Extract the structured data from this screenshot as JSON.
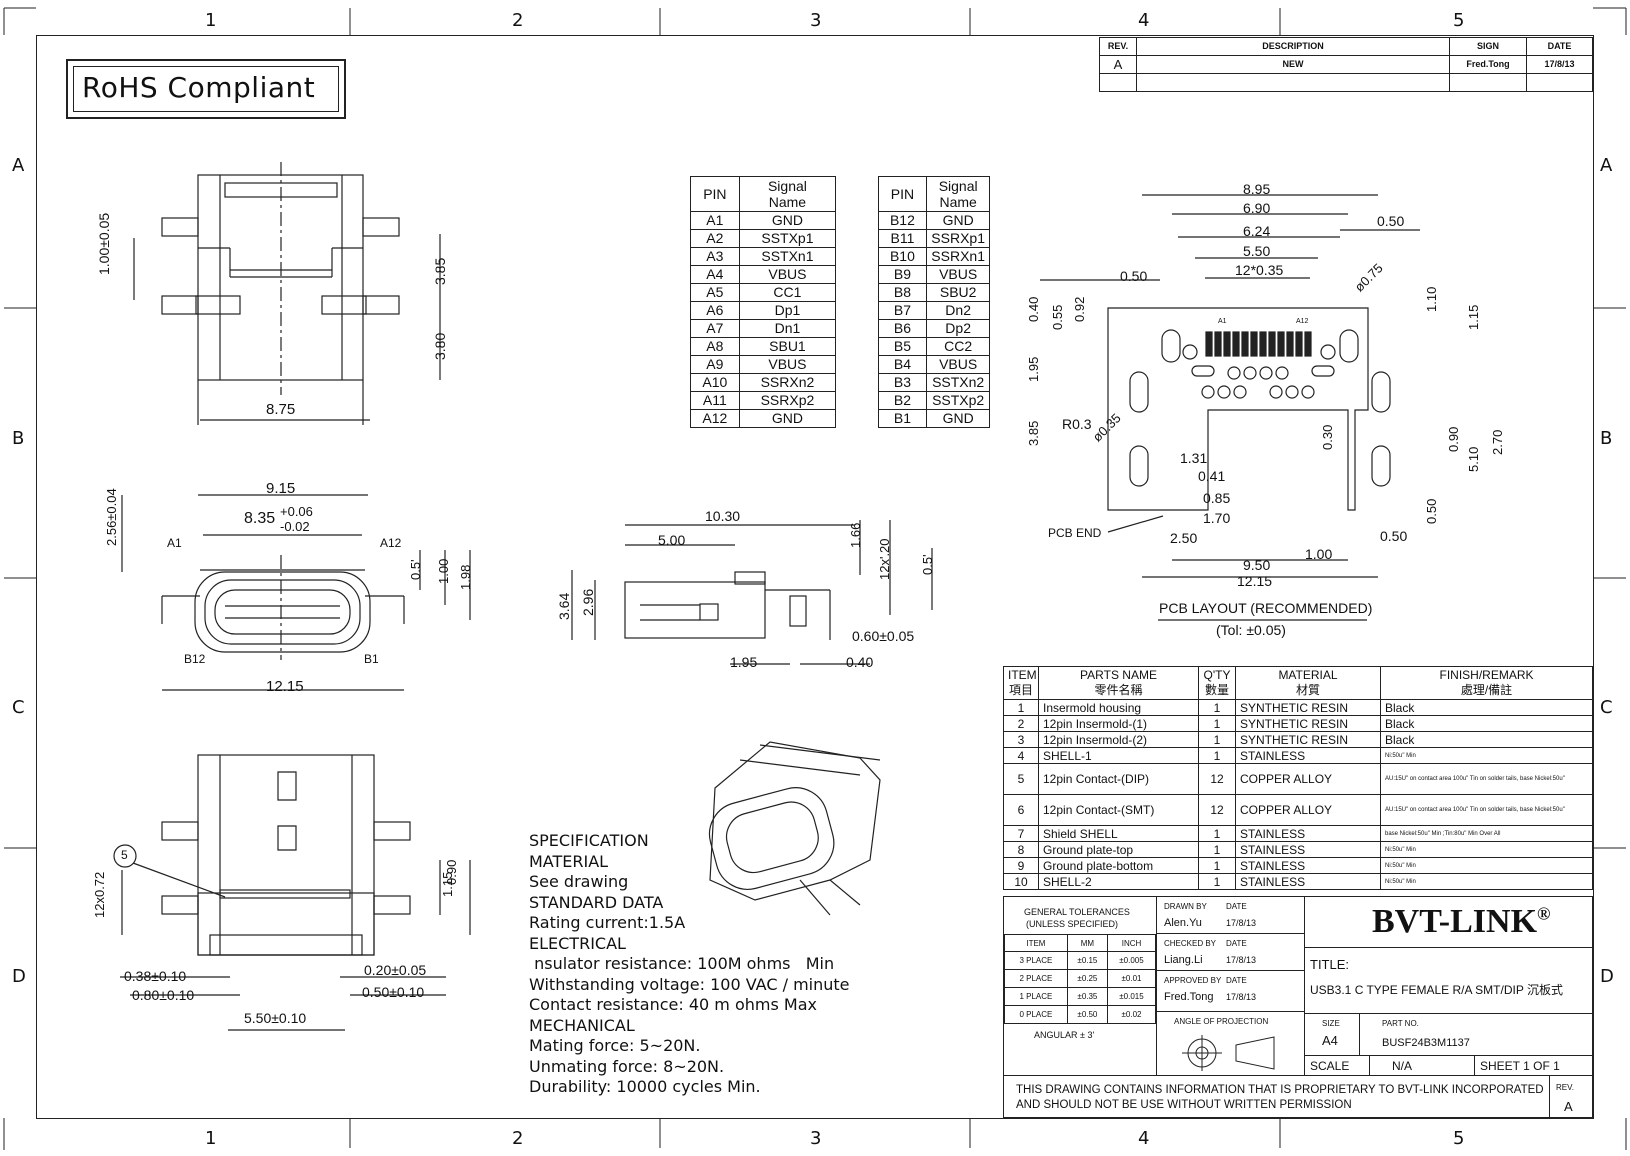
{
  "zones": {
    "columns": [
      "1",
      "2",
      "3",
      "4",
      "5"
    ],
    "rows": [
      "A",
      "B",
      "C",
      "D"
    ]
  },
  "rohs_label": "RoHS Compliant",
  "revision_table": {
    "headers": [
      "REV.",
      "DESCRIPTION",
      "SIGN",
      "DATE"
    ],
    "rows": [
      [
        "A",
        "NEW",
        "Fred.Tong",
        "17/8/13"
      ]
    ]
  },
  "pin_table": {
    "headers": [
      "PIN",
      "Signal\nName",
      "PIN",
      "Signal\nName"
    ],
    "rows": [
      [
        "A1",
        "GND",
        "B12",
        "GND"
      ],
      [
        "A2",
        "SSTXp1",
        "B11",
        "SSRXp1"
      ],
      [
        "A3",
        "SSTXn1",
        "B10",
        "SSRXn1"
      ],
      [
        "A4",
        "VBUS",
        "B9",
        "VBUS"
      ],
      [
        "A5",
        "CC1",
        "B8",
        "SBU2"
      ],
      [
        "A6",
        "Dp1",
        "B7",
        "Dn2"
      ],
      [
        "A7",
        "Dn1",
        "B6",
        "Dp2"
      ],
      [
        "A8",
        "SBU1",
        "B5",
        "CC2"
      ],
      [
        "A9",
        "VBUS",
        "B4",
        "VBUS"
      ],
      [
        "A10",
        "SSRXn2",
        "B3",
        "SSTXn2"
      ],
      [
        "A11",
        "SSRXp2",
        "B2",
        "SSTXp2"
      ],
      [
        "A12",
        "GND",
        "B1",
        "GND"
      ]
    ]
  },
  "top_view_dims": {
    "d1": "1.00±0.05",
    "d2": "3.85",
    "d3": "3.80",
    "d4": "8.75"
  },
  "front_view_dims": {
    "w1": "9.15",
    "w2": "8.35",
    "tol_up": "+0.06",
    "tol_dn": "-0.02",
    "h1": "2.56±0.04",
    "a1": "A1",
    "a12": "A12",
    "b12": "B12",
    "b1": "B1",
    "w3": "12.15",
    "v1": "0.5'",
    "v2": "1.00",
    "v3": "1.98"
  },
  "side_view_dims": {
    "l1": "10.30",
    "l2": "5.00",
    "h1": "3.64",
    "h2": "2.96",
    "t1": "1.66",
    "t2": "12x'.20",
    "t3": "0.5'",
    "b1": "1.95",
    "b2": "0.40",
    "b3": "0.60±0.05"
  },
  "bottom_view_dims": {
    "circ": "5",
    "pitch": "12x0.72",
    "d1": "0.90",
    "d2": "1.15",
    "d3": "0.38±0.10",
    "d4": "0.80±0.10",
    "d5": "5.50±0.10",
    "d6": "0.20±0.05",
    "d7": "0.50±0.10"
  },
  "pcb_layout": {
    "dims": {
      "w1": "8.95",
      "w2": "6.90",
      "w3": "6.24",
      "w4": "5.50",
      "w5": "12*0.35",
      "w6": "0.50",
      "w7": "0.50",
      "diam1": "ø0.75",
      "v1": "0.40",
      "v2": "0.55",
      "v3": "0.92",
      "v4": "1.95",
      "v5": "3.85",
      "r": "R0.3",
      "diam2": "ø0.35",
      "v6": "1.10",
      "v7": "1.15",
      "v8": "0.90",
      "v9": "5.10",
      "v10": "2.70",
      "v11": "0.50",
      "h1": "1.31",
      "h2": "0.41",
      "h3": "0.85",
      "h4": "1.70",
      "h5": "2.50",
      "h6": "0.30",
      "h7": "1.00",
      "h8": "9.50",
      "h9": "12.15",
      "h10": "0.50",
      "pcb_end": "PCB END",
      "a1": "A1",
      "a12": "A12"
    },
    "title": "PCB LAYOUT (RECOMMENDED)",
    "tolerance": "(Tol: ±0.05)"
  },
  "specification": [
    "SPECIFICATION",
    "MATERIAL",
    "See drawing",
    "STANDARD DATA",
    "Rating current:1.5A",
    "ELECTRICAL",
    " nsulator resistance: 100M ohms   Min",
    "Withstanding voltage: 100 VAC / minute",
    "Contact resistance: 40 m ohms Max",
    "MECHANICAL",
    "Mating force: 5~20N.",
    "Unmating force: 8~20N.",
    "Durability: 10000 cycles Min."
  ],
  "bom": {
    "headers": [
      "ITEM\n項目",
      "PARTS NAME\n零件名稱",
      "Q'TY\n數量",
      "MATERIAL\n材質",
      "FINISH/REMARK\n處理/備註"
    ],
    "rows": [
      [
        "1",
        "Insermold housing",
        "1",
        "SYNTHETIC RESIN",
        "Black"
      ],
      [
        "2",
        "12pin Insermold-(1)",
        "1",
        "SYNTHETIC RESIN",
        "Black"
      ],
      [
        "3",
        "12pin Insermold-(2)",
        "1",
        "SYNTHETIC RESIN",
        "Black"
      ],
      [
        "4",
        "SHELL-1",
        "1",
        "STAINLESS",
        "Ni:50u\" Min"
      ],
      [
        "5",
        "12pin Contact-(DIP)",
        "12",
        "COPPER ALLOY",
        "AU:15U\" on contact area 100u\" Tin on solder tails, base Nickel:50u\""
      ],
      [
        "6",
        "12pin Contact-(SMT)",
        "12",
        "COPPER ALLOY",
        "AU:15U\" on contact area 100u\" Tin on solder tails, base Nickel:50u\""
      ],
      [
        "7",
        "Shield SHELL",
        "1",
        "STAINLESS",
        "base Nickel:50u\" Min ;Tin:80u\" Min Over All"
      ],
      [
        "8",
        "Ground plate-top",
        "1",
        "STAINLESS",
        "Ni:50u\" Min"
      ],
      [
        "9",
        "Ground plate-bottom",
        "1",
        "STAINLESS",
        "Ni:50u\" Min"
      ],
      [
        "10",
        "SHELL-2",
        "1",
        "STAINLESS",
        "Ni:50u\" Min"
      ]
    ]
  },
  "title_block": {
    "gen_tol": "GENERAL TOLERANCES",
    "unless": "(UNLESS SPECIFIED)",
    "tol_headers": [
      "ITEM",
      "MM",
      "INCH"
    ],
    "tol_rows": [
      [
        "3 PLACE",
        "±0.15",
        "±0.005"
      ],
      [
        "2 PLACE",
        "±0.25",
        "±0.01"
      ],
      [
        "1 PLACE",
        "±0.35",
        "±0.015"
      ],
      [
        "0 PLACE",
        "±0.50",
        "±0.02"
      ]
    ],
    "angular": "ANGULAR ± 3'",
    "drawn_by_label": "DRAWN BY",
    "drawn_by": "Alen.Yu",
    "checked_by_label": "CHECKED BY",
    "checked_by": "Liang.Li",
    "approved_by_label": "APPROVED BY",
    "approved_by": "Fred.Tong",
    "date_label": "DATE",
    "date": "17/8/13",
    "projection": "ANGLE OF PROJECTION",
    "company": "BVT-LINK",
    "reg": "®",
    "title_label": "TITLE:",
    "title": "USB3.1 C TYPE FEMALE R/A SMT/DIP 沉板式",
    "size_label": "SIZE",
    "size": "A4",
    "part_label": "PART NO.",
    "part_no": "BUSF24B3M1137",
    "scale_label": "SCALE",
    "scale": "N/A",
    "sheet": "SHEET 1 OF 1",
    "notice": "THIS DRAWING CONTAINS INFORMATION THAT IS PROPRIETARY TO BVT-LINK INCORPORATED AND SHOULD NOT BE USE WITHOUT WRITTEN PERMISSION",
    "rev_label": "REV.",
    "rev": "A"
  }
}
